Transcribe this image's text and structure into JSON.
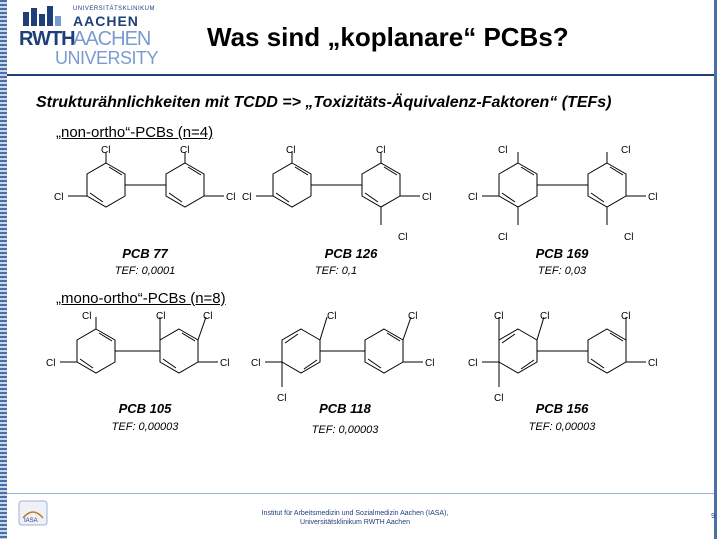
{
  "header": {
    "title": "Was sind „koplanare“ PCBs?",
    "logo": {
      "small_text": "UNIVERSITÄTSKLINIKUM",
      "aachen_top": "AACHEN",
      "rwth": "RWTH",
      "aachen_mid": "AACHEN",
      "university": "UNIVERSITY"
    }
  },
  "subtitle": "Strukturähnlichkeiten mit TCDD => „Toxizitäts-Äquivalenz-Faktoren“ (TEFs)",
  "groups": {
    "non_ortho_label": "„non-ortho“-PCBs (n=4)",
    "mono_ortho_label": "„mono-ortho“-PCBs (n=8)"
  },
  "atom_label": "Cl",
  "compounds": [
    {
      "name": "PCB 77",
      "tef": "TEF: 0,0001"
    },
    {
      "name": "PCB 126",
      "tef": "TEF: 0,1"
    },
    {
      "name": "PCB 169",
      "tef": "TEF: 0,03"
    },
    {
      "name": "PCB 105",
      "tef": "TEF: 0,00003"
    },
    {
      "name": "PCB 118",
      "tef": "TEF: 0,00003"
    },
    {
      "name": "PCB 156",
      "tef": "TEF: 0,00003"
    }
  ],
  "footer": {
    "line1": "Institut für Arbeitsmedizin und Sozialmedizin Aachen (IASA),",
    "line2": "Universitätsklinikum RWTH Aachen",
    "page": "9",
    "logo_text": "IASA"
  },
  "colors": {
    "brand_dark": "#1f3f7a",
    "brand_light": "#7a9bd0"
  }
}
